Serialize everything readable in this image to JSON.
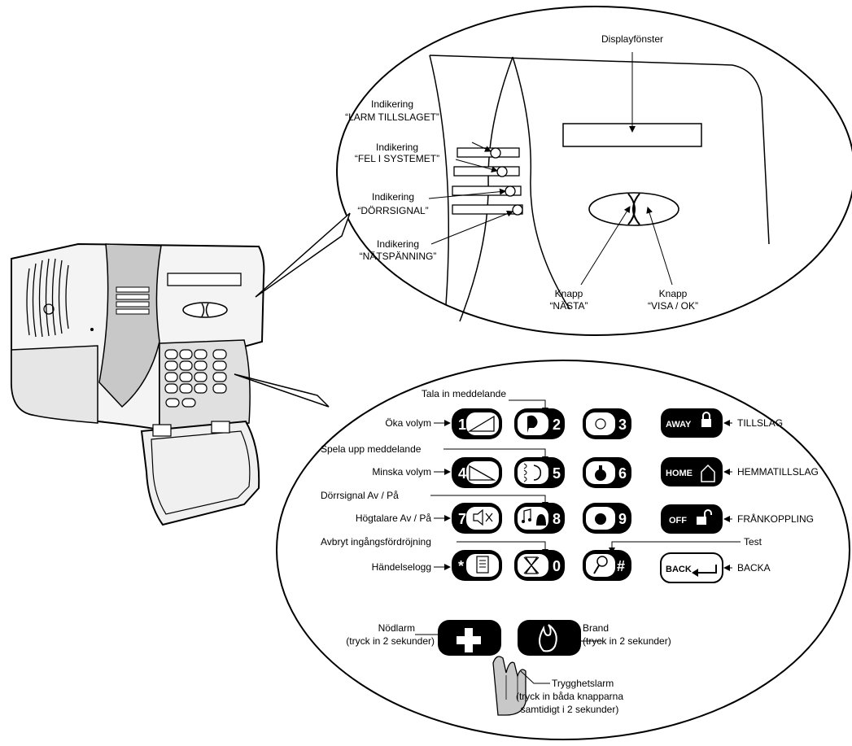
{
  "top_callout": {
    "display_label": "Displayfönster",
    "indicators": [
      {
        "line1": "Indikering",
        "line2": "“LARM TILLSLAGET”"
      },
      {
        "line1": "Indikering",
        "line2": "“FEL I SYSTEMET”"
      },
      {
        "line1": "Indikering",
        "line2": "“DÖRRSIGNAL”"
      },
      {
        "line1": "Indikering",
        "line2": "“NÄTSPÄNNING”"
      }
    ],
    "next_button": {
      "line1": "Knapp",
      "line2": "“NÄSTA”"
    },
    "ok_button": {
      "line1": "Knapp",
      "line2": "“VISA / OK”"
    }
  },
  "keypad_callout": {
    "left_labels": [
      "Öka volym",
      "Minska volym",
      "Högtalare Av / På",
      "Händelselogg"
    ],
    "top_labels": [
      "Tala in meddelande",
      "Spela upp meddelande",
      "Dörrsignal Av / På",
      "Avbryt ingångsfördröjning"
    ],
    "test_label": "Test",
    "keys": [
      [
        "1",
        "2",
        "3"
      ],
      [
        "4",
        "5",
        "6"
      ],
      [
        "7",
        "8",
        "9"
      ],
      [
        "*",
        "0",
        "#"
      ]
    ],
    "function_keys": [
      {
        "key": "AWAY",
        "label": "TILLSLAG",
        "icon": "lock-icon"
      },
      {
        "key": "HOME",
        "label": "HEMMATILLSLAG",
        "icon": "house-icon"
      },
      {
        "key": "OFF",
        "label": "FRÅNKOPPLING",
        "icon": "unlock-icon"
      },
      {
        "key": "BACK",
        "label": "BACKA",
        "icon": "return-arrow-icon"
      }
    ],
    "emergency": {
      "label": "Nödlarm",
      "sub": "(tryck in 2 sekunder)"
    },
    "fire": {
      "label": "Brand",
      "sub": "(tryck in 2 sekunder)"
    },
    "panic": {
      "label": "Trygghetslarm",
      "sub1": "(tryck in båda knapparna",
      "sub2": "samtidigt i 2 sekunder)"
    }
  }
}
